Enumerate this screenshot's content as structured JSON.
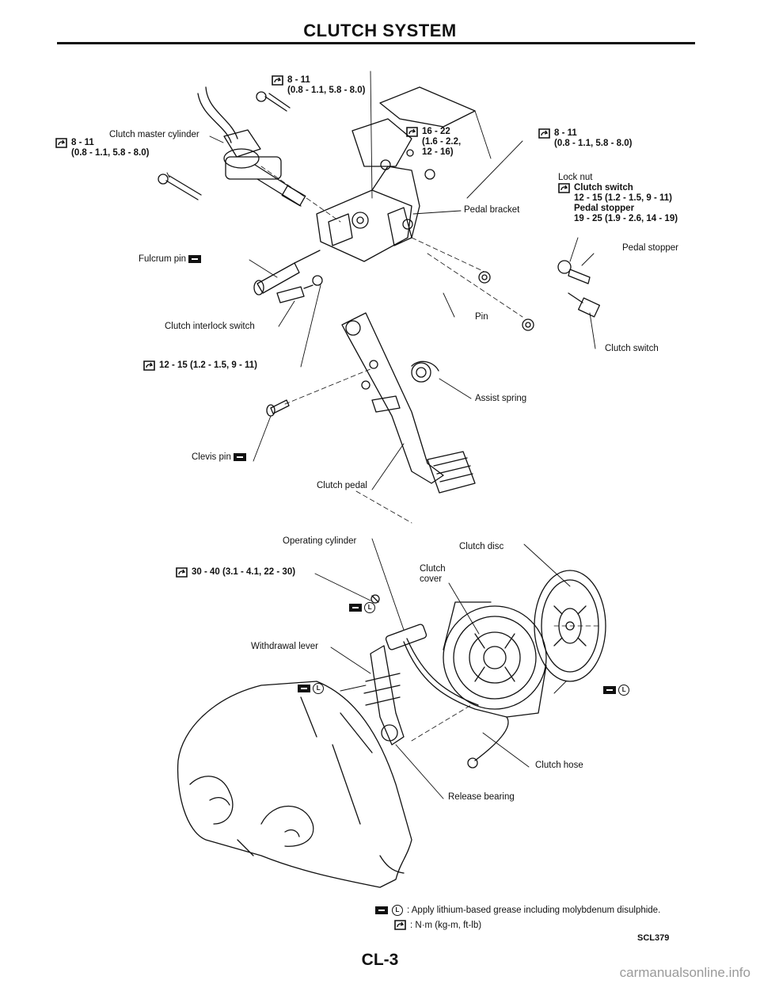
{
  "header": {
    "title": "CLUTCH SYSTEM"
  },
  "torque_specs": {
    "top": [
      "8 - 11",
      "(0.8 - 1.1, 5.8 - 8.0)"
    ],
    "left": [
      "8 - 11",
      "(0.8 - 1.1, 5.8 - 8.0)"
    ],
    "bracket": [
      "16 - 22",
      "(1.6 - 2.2,",
      "12 - 16)"
    ],
    "right": [
      "8 - 11",
      "(0.8 - 1.1, 5.8 - 8.0)"
    ],
    "interlock": "12 - 15 (1.2 - 1.5, 9 - 11)",
    "operating": "30 - 40 (3.1 - 4.1, 22 - 30)"
  },
  "callout": {
    "lock_nut": "Lock nut",
    "switch_name": "Clutch switch",
    "switch_torque": "12 - 15 (1.2 - 1.5, 9 - 11)",
    "stopper_name": "Pedal stopper",
    "stopper_torque": "19 - 25 (1.9 - 2.6, 14 - 19)"
  },
  "labels": {
    "clutch_master_cylinder": "Clutch master cylinder",
    "pedal_bracket": "Pedal bracket",
    "pedal_stopper": "Pedal stopper",
    "fulcrum_pin": "Fulcrum pin",
    "clutch_interlock_switch": "Clutch interlock switch",
    "pin": "Pin",
    "clutch_switch": "Clutch switch",
    "assist_spring": "Assist spring",
    "clevis_pin": "Clevis pin",
    "clutch_pedal": "Clutch pedal",
    "operating_cylinder": "Operating cylinder",
    "clutch_disc": "Clutch disc",
    "clutch_cover_1": "Clutch",
    "clutch_cover_2": "cover",
    "withdrawal_lever": "Withdrawal lever",
    "clutch_hose": "Clutch hose",
    "release_bearing": "Release bearing"
  },
  "symbols": {
    "lithium": "L"
  },
  "legend": {
    "grease": ": Apply lithium-based grease including molybdenum disulphide.",
    "torque": ": N·m (kg-m, ft-lb)"
  },
  "figure_code": "SCL379",
  "page_number": "CL-3",
  "watermark": "carmanualsonline.info"
}
